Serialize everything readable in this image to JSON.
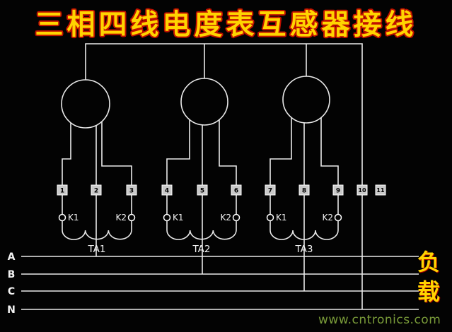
{
  "title": "三相四线电度表互感器接线",
  "colors": {
    "background": "#030303",
    "wire": "#e9e9e9",
    "title_fill": "#ffd400",
    "title_outline": "#c01000",
    "load_text": "#ffd400",
    "watermark_text": "#84a83e",
    "terminal_fill": "#c9c9c9"
  },
  "diagram": {
    "terminals": [
      "1",
      "2",
      "3",
      "4",
      "5",
      "6",
      "7",
      "8",
      "9",
      "10",
      "11"
    ],
    "transformers": [
      {
        "name": "TA1",
        "k1": "K1",
        "k2": "K2"
      },
      {
        "name": "TA2",
        "k1": "K1",
        "k2": "K2"
      },
      {
        "name": "TA3",
        "k1": "K1",
        "k2": "K2"
      }
    ],
    "phase_lines": [
      "A",
      "B",
      "C",
      "N"
    ],
    "load_label": "负载"
  },
  "watermark": "www.cntronics.com"
}
